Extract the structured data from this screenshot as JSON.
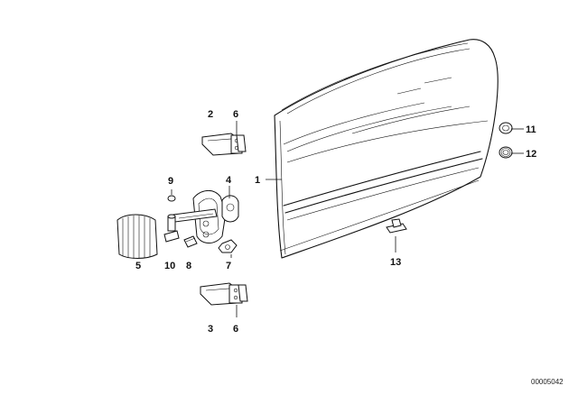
{
  "diagram": {
    "callouts": [
      {
        "id": "c1",
        "text": "1"
      },
      {
        "id": "c2",
        "text": "2"
      },
      {
        "id": "c6a",
        "text": "6"
      },
      {
        "id": "c4",
        "text": "4"
      },
      {
        "id": "c9",
        "text": "9"
      },
      {
        "id": "c5",
        "text": "5"
      },
      {
        "id": "c10",
        "text": "10"
      },
      {
        "id": "c8",
        "text": "8"
      },
      {
        "id": "c7",
        "text": "7"
      },
      {
        "id": "c3",
        "text": "3"
      },
      {
        "id": "c6b",
        "text": "6"
      },
      {
        "id": "c11",
        "text": "11"
      },
      {
        "id": "c12",
        "text": "12"
      },
      {
        "id": "c13",
        "text": "13"
      }
    ],
    "image_code": "00005042"
  }
}
